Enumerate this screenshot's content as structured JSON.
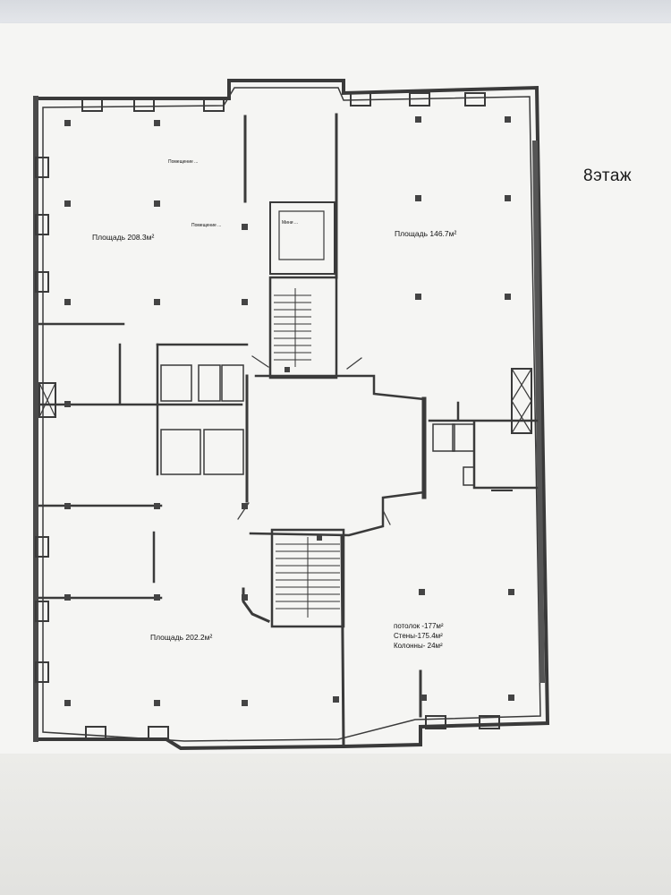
{
  "floor_label": "8этаж",
  "rooms": {
    "top_left_area": "Площадь 208.3м²",
    "top_right_area": "Площадь 146.7м²",
    "bottom_left_area": "Площадь 202.2м²"
  },
  "notes": {
    "note_a": "Помещение ...",
    "note_b": "Помещение ...",
    "note_c": "Мини ..."
  },
  "summary": {
    "ceiling": "потолок -177м²",
    "walls": "Стены-175.4м²",
    "columns": "Колонны- 24м²"
  },
  "colors": {
    "wall": "#3a3a3a",
    "column": "#444444",
    "paper": "#f5f5f3"
  }
}
